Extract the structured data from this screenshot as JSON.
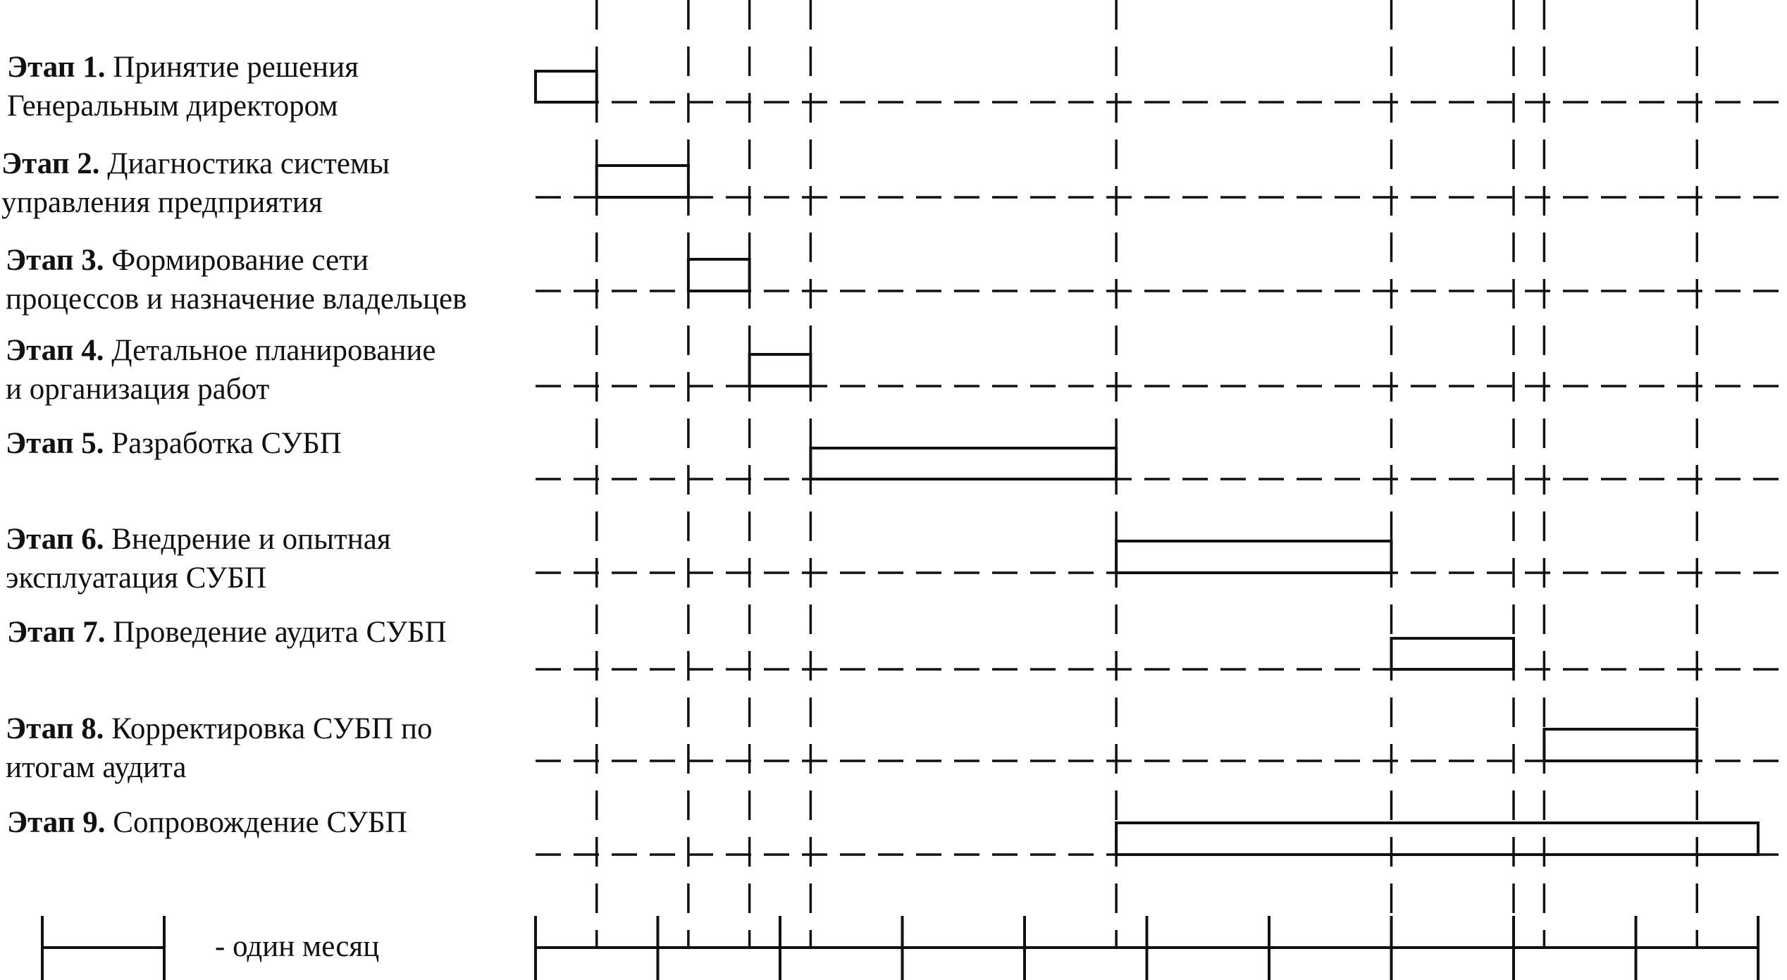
{
  "stages": [
    {
      "num": "Этап 1.",
      "line1": "Принятие решения",
      "line2": "Генеральным директором",
      "start_month": 0,
      "end_month": 0.5
    },
    {
      "num": "Этап 2.",
      "line1": "Диагностика системы",
      "line2": "управления предприятия",
      "start_month": 0.5,
      "end_month": 1.25
    },
    {
      "num": "Этап 3.",
      "line1": "Формирование сети",
      "line2": "процессов и назначение владельцев",
      "start_month": 1.25,
      "end_month": 1.75
    },
    {
      "num": "Этап 4.",
      "line1": "Детальное планирование",
      "line2": "и организация работ",
      "start_month": 1.75,
      "end_month": 2.25
    },
    {
      "num": "Этап 5.",
      "line1": "Разработка СУБП",
      "line2": "",
      "start_month": 2.25,
      "end_month": 4.75
    },
    {
      "num": "Этап 6.",
      "line1": "Внедрение и опытная",
      "line2": "эксплуатация СУБП",
      "start_month": 4.75,
      "end_month": 7.0
    },
    {
      "num": "Этап 7.",
      "line1": "Проведение аудита СУБП",
      "line2": "",
      "start_month": 7.0,
      "end_month": 8.0
    },
    {
      "num": "Этап 8.",
      "line1": "Корректировка СУБП по",
      "line2": "итогам аудита",
      "start_month": 8.25,
      "end_month": 9.5
    },
    {
      "num": "Этап 9.",
      "line1": "Сопровождение СУБП",
      "line2": "",
      "start_month": 4.75,
      "end_month": 10.0
    }
  ],
  "timeline": {
    "months": 10
  },
  "legend": {
    "text": "- один месяц"
  },
  "colors": {
    "ink": "#111111",
    "background": "#ffffff"
  }
}
